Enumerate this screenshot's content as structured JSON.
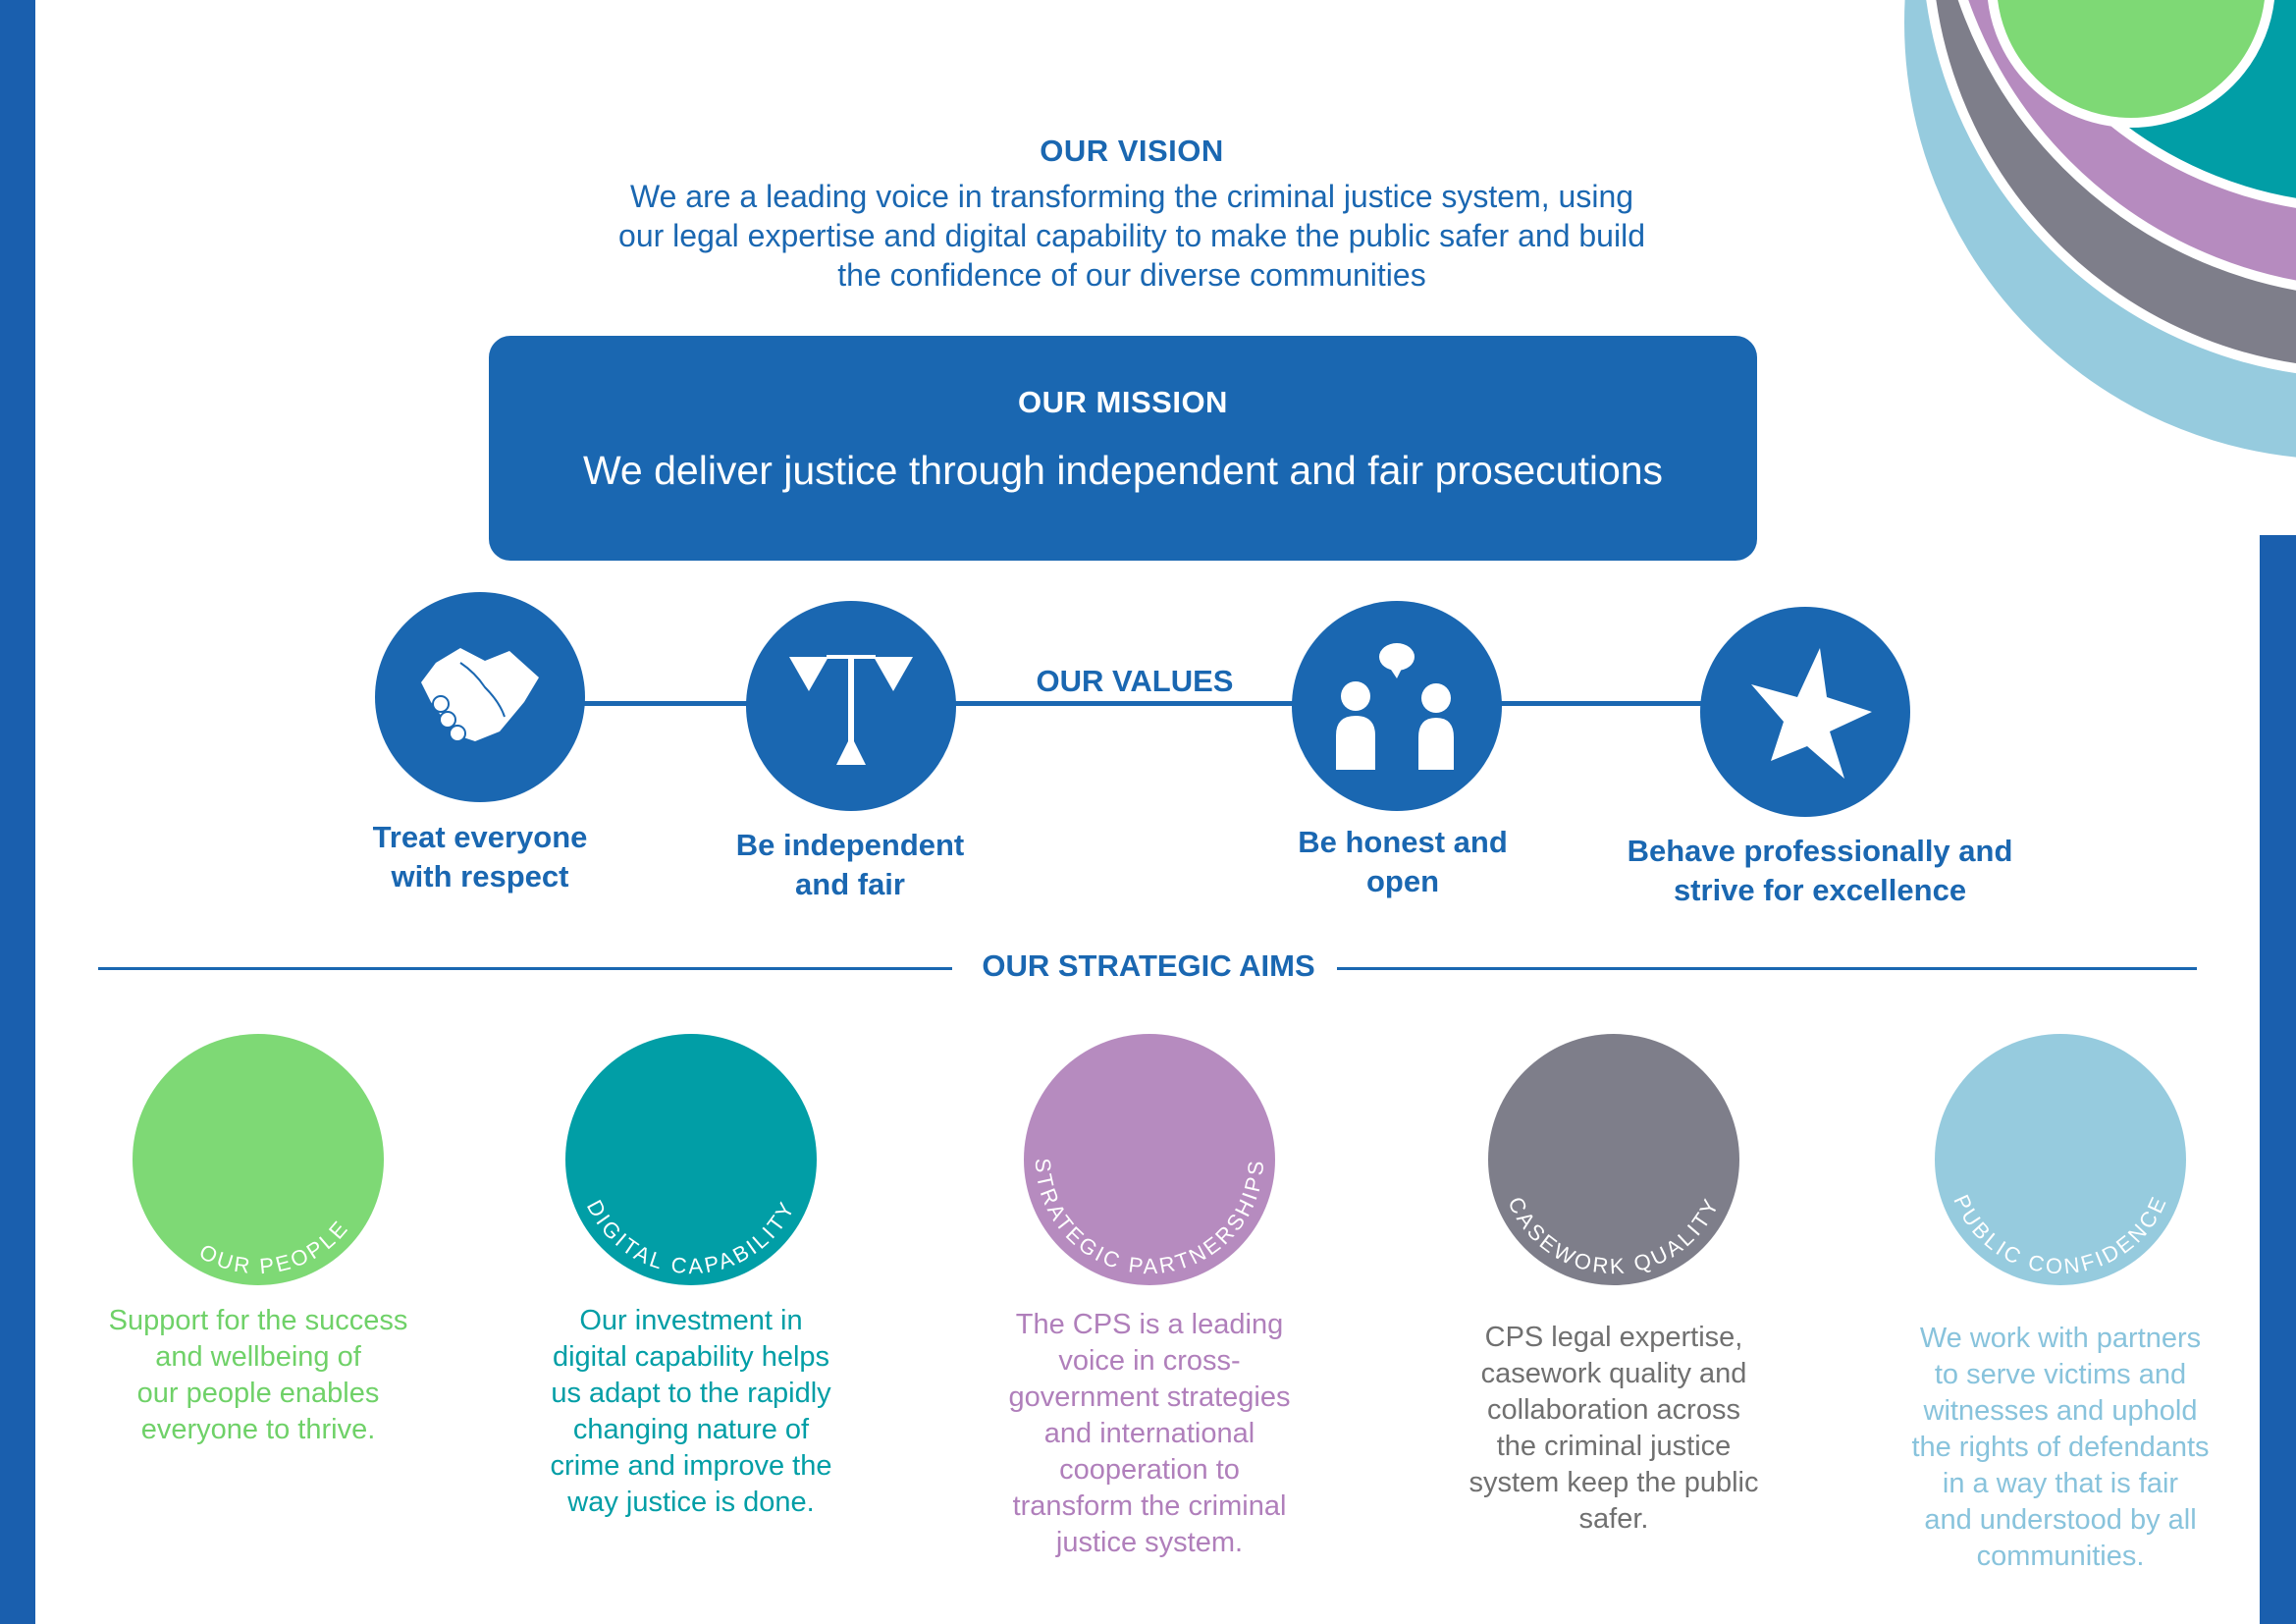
{
  "vision": {
    "title": "OUR VISION",
    "lines": [
      "We are a leading voice in transforming the criminal justice system, using",
      "our legal expertise and digital capability to make the public safer and build",
      "the confidence of our diverse communities"
    ]
  },
  "mission": {
    "title": "OUR MISSION",
    "text": "We deliver justice through independent and fair prosecutions"
  },
  "values": {
    "title": "OUR VALUES",
    "items": [
      {
        "icon": "handshake-icon",
        "lines": [
          "Treat everyone",
          "with respect"
        ]
      },
      {
        "icon": "scales-icon",
        "lines": [
          "Be independent",
          "and fair"
        ]
      },
      {
        "icon": "people-talking-icon",
        "lines": [
          "Be honest and",
          "open"
        ]
      },
      {
        "icon": "star-icon",
        "lines": [
          "Behave professionally and",
          "strive for excellence"
        ]
      }
    ]
  },
  "aims": {
    "title": "OUR STRATEGIC AIMS",
    "items": [
      {
        "label": "OUR PEOPLE",
        "color": "#7ed975",
        "text_color": "#6fd168",
        "lines": [
          "Support for the success",
          "and wellbeing of",
          "our people enables",
          "everyone to thrive."
        ]
      },
      {
        "label": "DIGITAL CAPABILITY",
        "color": "#019ea6",
        "text_color": "#019ea6",
        "lines": [
          "Our investment in",
          "digital capability helps",
          "us adapt to the rapidly",
          "changing nature of",
          "crime and improve the",
          "way justice is done."
        ]
      },
      {
        "label": "STRATEGIC PARTNERSHIPS",
        "color": "#b68bbf",
        "text_color": "#b07fbb",
        "lines": [
          "The CPS is a leading",
          "voice in cross-",
          "government strategies",
          "and international",
          "cooperation to",
          "transform the criminal",
          "justice system."
        ]
      },
      {
        "label": "CASEWORK QUALITY",
        "color": "#7e7e8a",
        "text_color": "#707070",
        "lines": [
          "CPS legal expertise,",
          "casework quality and",
          "collaboration across",
          "the criminal justice",
          "system keep the public",
          "safer."
        ]
      },
      {
        "label": "PUBLIC CONFIDENCE",
        "color": "#96cbde",
        "text_color": "#88c3dc",
        "lines": [
          "We work with partners",
          "to serve victims and",
          "witnesses and uphold",
          "the rights of defendants",
          "in a way that is fair",
          "and understood by all",
          "communities."
        ]
      }
    ]
  },
  "colors": {
    "primary": "#1a67b1",
    "green": "#7ed975",
    "teal": "#019ea6",
    "purple": "#b68bbf",
    "gray": "#7e7e8a",
    "lightblue": "#96cbde"
  }
}
